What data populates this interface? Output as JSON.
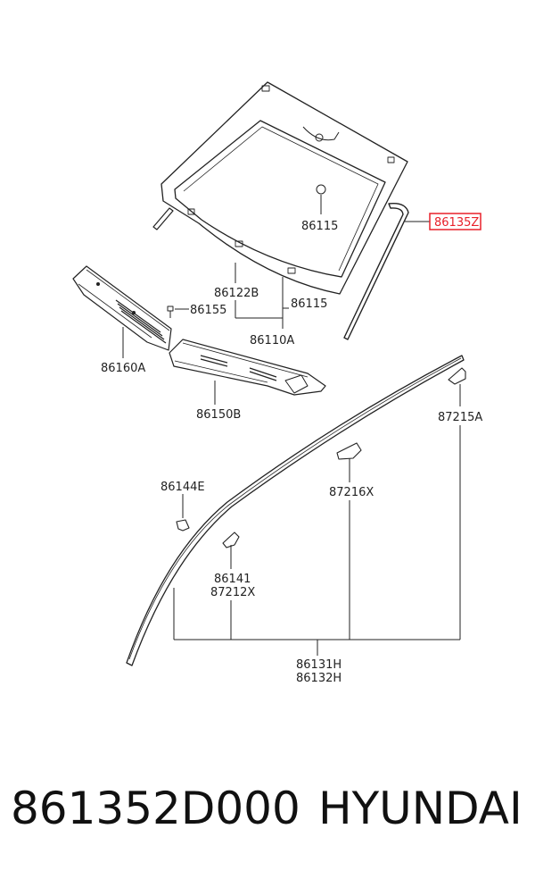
{
  "labels": {
    "p86115_top": "86115",
    "p86135z": "86135Z",
    "p86122b": "86122B",
    "p86115_bottom": "86115",
    "p86110a": "86110A",
    "p86155": "86155",
    "p86160a": "86160A",
    "p86150b": "86150B",
    "p87215a": "87215A",
    "p86144e": "86144E",
    "p87216x": "87216X",
    "p86141": "86141",
    "p87212x": "87212X",
    "p86131h": "86131H",
    "p86132h": "86132H"
  },
  "highlight_color": "#e8202a",
  "footer": {
    "part_number": "861352D000",
    "brand": "HYUNDAI"
  }
}
